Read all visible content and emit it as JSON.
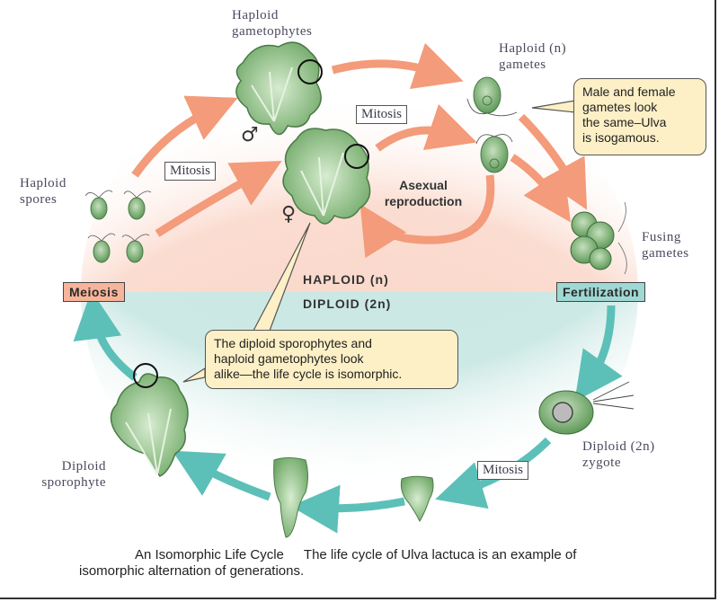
{
  "figure": {
    "title": "An Isomorphic Life Cycle",
    "caption_line1": "The life cycle of Ulva lactuca is an example of",
    "caption_line2": "isomorphic alternation of generations."
  },
  "colors": {
    "haploid_bg": "#f9d2c4",
    "diploid_bg": "#c5e6e2",
    "haploid_arrow": "#f39b7a",
    "diploid_arrow": "#5cc0b8",
    "callout_bg": "#fdf0c6",
    "meiosis_box": "#f6b59b",
    "fertilization_box": "#9fd8d4",
    "algae_green": "#8cbf80"
  },
  "labels": {
    "haploid_gametophytes": [
      "Haploid",
      "gametophytes"
    ],
    "haploid_gametes": [
      "Haploid (n)",
      "gametes"
    ],
    "haploid_spores": [
      "Haploid",
      "spores"
    ],
    "fusing_gametes": [
      "Fusing",
      "gametes"
    ],
    "diploid_zygote": [
      "Diploid (2n)",
      "zygote"
    ],
    "diploid_sporophyte": [
      "Diploid",
      "sporophyte"
    ],
    "male_symbol": "♂",
    "female_symbol": "♀"
  },
  "process_labels": {
    "mitosis_top": "Mitosis",
    "mitosis_left": "Mitosis",
    "mitosis_bottom": "Mitosis",
    "asexual_line1": "Asexual",
    "asexual_line2": "reproduction",
    "meiosis": "Meiosis",
    "fertilization": "Fertilization"
  },
  "ploidy": {
    "haploid": "HAPLOID (n)",
    "diploid": "DIPLOID (2n)"
  },
  "callouts": {
    "isogamous": [
      "Male and female",
      "gametes look",
      "the same–Ulva",
      "is isogamous."
    ],
    "isomorphic": [
      "The diploid sporophytes and",
      "haploid gametophytes look",
      "alike—the life cycle is isomorphic."
    ]
  }
}
